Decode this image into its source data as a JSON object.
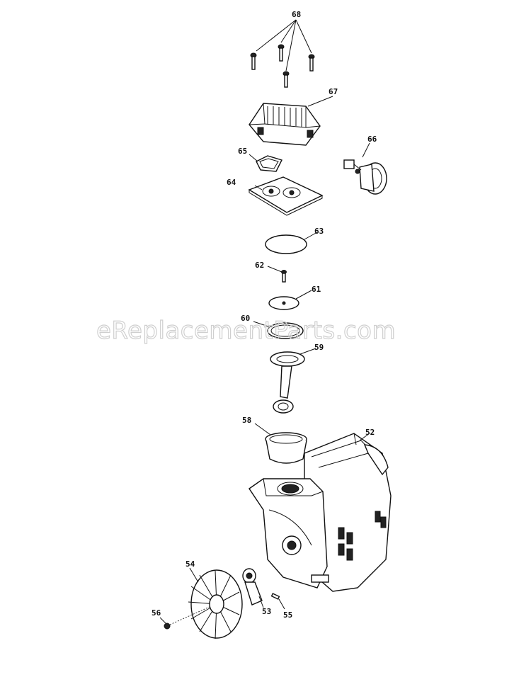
{
  "watermark": "eReplacementParts.com",
  "parts": [
    {
      "id": "p68",
      "label": "68"
    },
    {
      "id": "p67",
      "label": "67"
    },
    {
      "id": "p66",
      "label": "66"
    },
    {
      "id": "p65",
      "label": "65"
    },
    {
      "id": "p64",
      "label": "64"
    },
    {
      "id": "p63",
      "label": "63"
    },
    {
      "id": "p62",
      "label": "62"
    },
    {
      "id": "p61",
      "label": "61"
    },
    {
      "id": "p60",
      "label": "60"
    },
    {
      "id": "p59",
      "label": "59"
    },
    {
      "id": "p58",
      "label": "58"
    },
    {
      "id": "p52",
      "label": "52"
    },
    {
      "id": "p54",
      "label": "54"
    },
    {
      "id": "p56",
      "label": "56"
    },
    {
      "id": "p53",
      "label": "53"
    },
    {
      "id": "p55",
      "label": "55"
    }
  ]
}
